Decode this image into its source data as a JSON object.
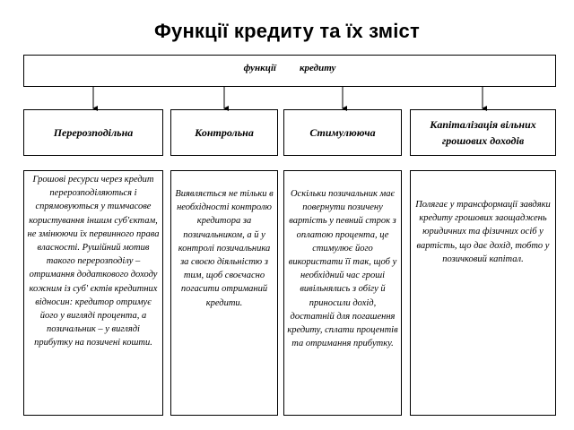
{
  "title": "Функції кредиту та їх зміст",
  "top_box": {
    "word1": "функції",
    "word2": "кредиту"
  },
  "columns": [
    {
      "heading": "Перерозподільна",
      "text": "Грошові ресурси через кредит перерозподіляються і спрямовуються у тимчасове користування іншим суб'єктам, не змінюючи їх первинного права власності. Рушійний мотив такого перерозподілу – отримання додаткового доходу кожним із суб' єктів кредитних відносин: кредитор отримує його у вигляді процента, а позичальник – у вигляді прибутку на позичені кошти."
    },
    {
      "heading": "Контрольна",
      "text": "Виявляється не тільки в необхідності контролю кредитора за позичальником, а й у контролі позичальника за своєю діяльністю з тим, щоб своєчасно погасити отриманий кредити."
    },
    {
      "heading": "Стимулююча",
      "text": "Оскільки позичальник має повернути позичену вартість у певний строк з оплатою процента, це стимулює його використати її так, щоб у необхідний час гроші вивільнялись з обігу й приносили дохід, достатній для погашення кредиту, сплати процентів та отримання прибутку."
    },
    {
      "heading": "Капіталізація вільних грошових доходів",
      "text": "Полягає у трансформації завдяки кредиту грошових заощаджень юридичних та фізичних осіб у вартість, що дає дохід, тобто у позичковий капітал."
    }
  ]
}
